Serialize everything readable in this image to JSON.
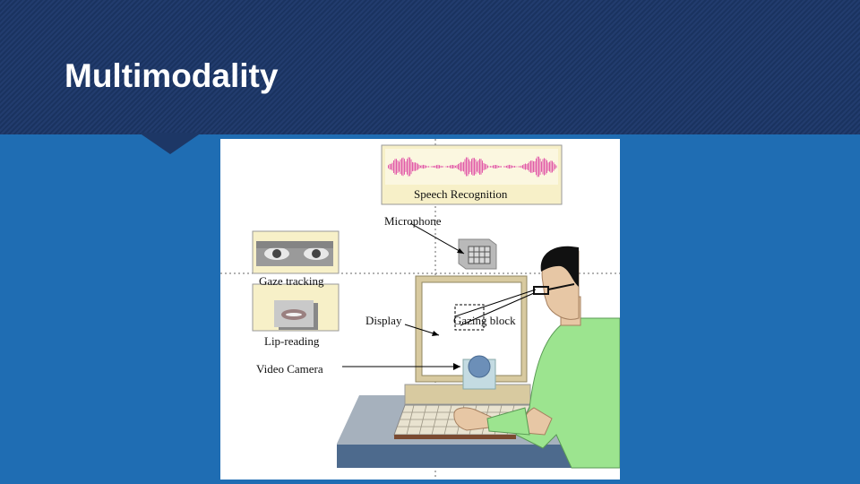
{
  "slide": {
    "title": "Multimodality"
  },
  "diagram": {
    "labels": {
      "speech_recognition": "Speech Recognition",
      "microphone": "Microphone",
      "gaze_tracking": "Gaze tracking",
      "display": "Display",
      "gazing_block": "Gazing block",
      "lip_reading": "Lip-reading",
      "video_camera": "Video Camera"
    }
  },
  "colors": {
    "background": "#1f6db3",
    "header": "#1a3360",
    "waveform": "#e25aa8",
    "panel": "#f7f0c8"
  }
}
